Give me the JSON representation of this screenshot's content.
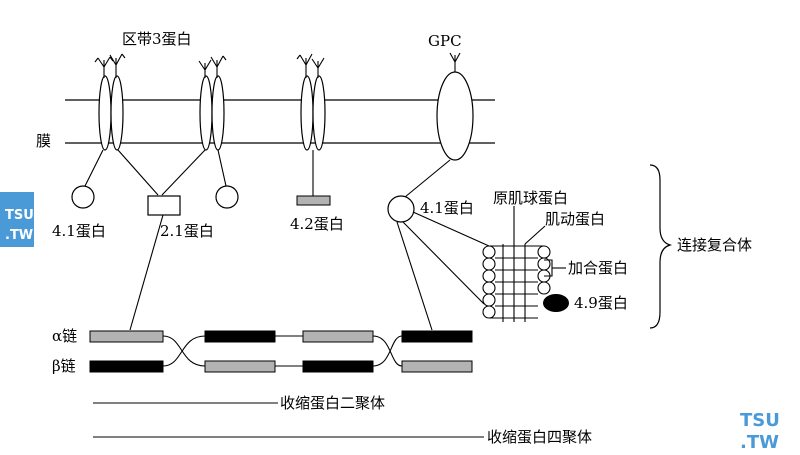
{
  "labels": {
    "band3": "区带3蛋白",
    "gpc": "GPC",
    "membrane": "膜",
    "p41_left": "4.1蛋白",
    "p21": "2.1蛋白",
    "p42": "4.2蛋白",
    "p41_right": "4.1蛋白",
    "tropomyosin": "原肌球蛋白",
    "actin": "肌动蛋白",
    "adducin": "加合蛋白",
    "p49": "4.9蛋白",
    "junction": "连接复合体",
    "alpha_chain": "α链",
    "beta_chain": "β链",
    "dimer": "收缩蛋白二聚体",
    "tetramer": "收缩蛋白四聚体"
  },
  "watermark": {
    "top": "TSU",
    "bottom": ".TW"
  },
  "colors": {
    "line": "#000000",
    "gray_bar": "#b3b3b3",
    "black_bar": "#000000",
    "watermark_bg": "#4a9ad8",
    "watermark_fg": "#4a9ad8"
  }
}
